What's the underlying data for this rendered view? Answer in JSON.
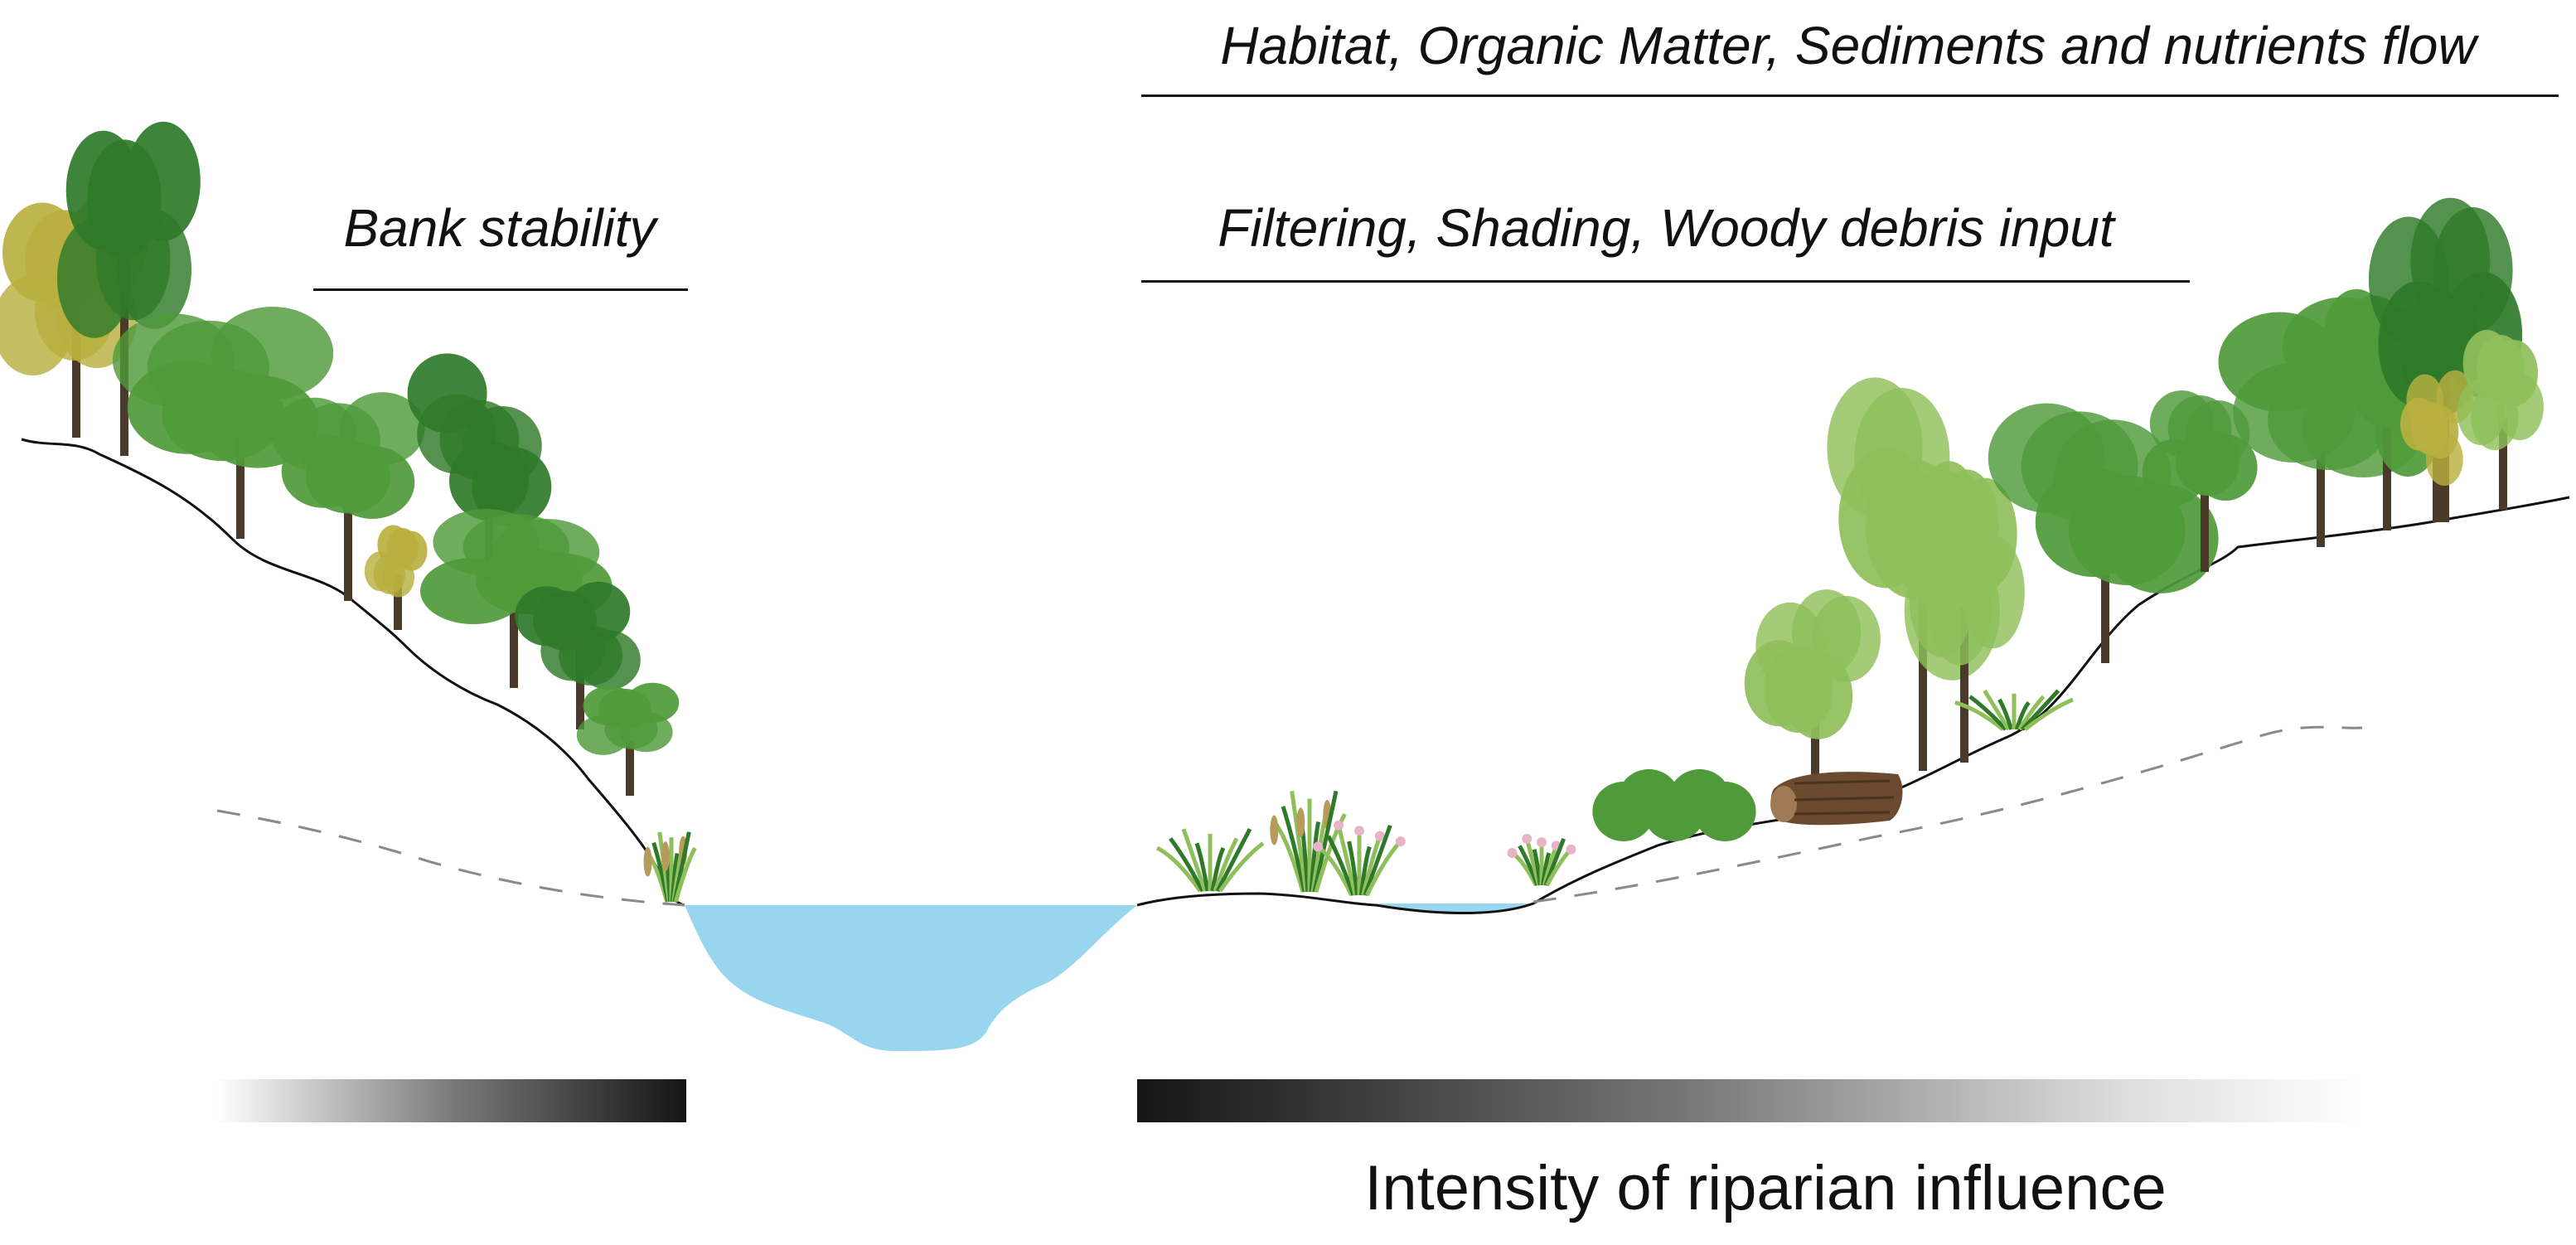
{
  "labels": {
    "top_function": "Habitat, Organic Matter, Sediments and nutrients flow",
    "middle_function": "Filtering, Shading, Woody debris input",
    "bank_function": "Bank stability",
    "axis_caption": "Intensity of riparian influence"
  },
  "colors": {
    "water": "#98d6f0",
    "foliage_dark": "#2f7a2a",
    "foliage_mid": "#4f9a3a",
    "foliage_light": "#8fbf5a",
    "foliage_yellow": "#b8b040",
    "trunk": "#4a3a2a",
    "ground_line": "#111111",
    "dashed_line": "#8a8a8a",
    "log": "#6b4a30"
  },
  "legend": {
    "left_gradient": {
      "from": "light",
      "to": "dark"
    },
    "right_gradient": {
      "from": "dark",
      "to": "light"
    }
  }
}
